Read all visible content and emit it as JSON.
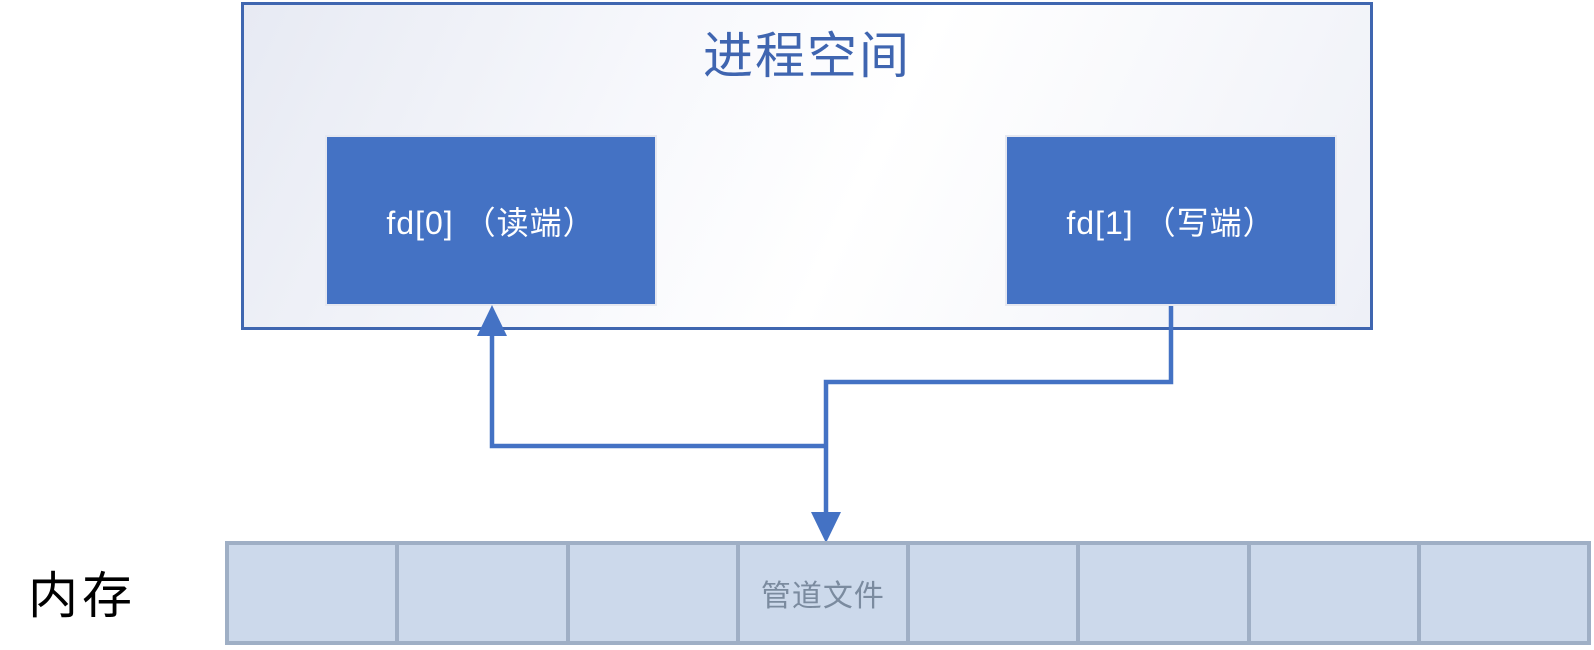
{
  "process_space": {
    "title": "进程空间",
    "fd0_label": "fd[0] （读端）",
    "fd1_label": "fd[1] （写端）"
  },
  "memory": {
    "label": "内存",
    "cells": [
      {
        "label": ""
      },
      {
        "label": ""
      },
      {
        "label": ""
      },
      {
        "label": "管道文件"
      },
      {
        "label": ""
      },
      {
        "label": ""
      },
      {
        "label": ""
      },
      {
        "label": ""
      }
    ]
  },
  "connectors": {
    "write_end": "fd1-to-pipe-file-arrow",
    "read_end": "pipe-to-fd0-arrow"
  },
  "colors": {
    "fd_box_blue": "#4472C4",
    "arrow_blue": "#4472C4",
    "outer_border_blue": "#3F66B0",
    "title_blue": "#3F65B0",
    "memory_cell_fill": "#CCD9EB",
    "memory_cell_border": "#9FAFC5",
    "pipe_file_text": "#7B8B9F",
    "memory_label_text": "#000000"
  }
}
